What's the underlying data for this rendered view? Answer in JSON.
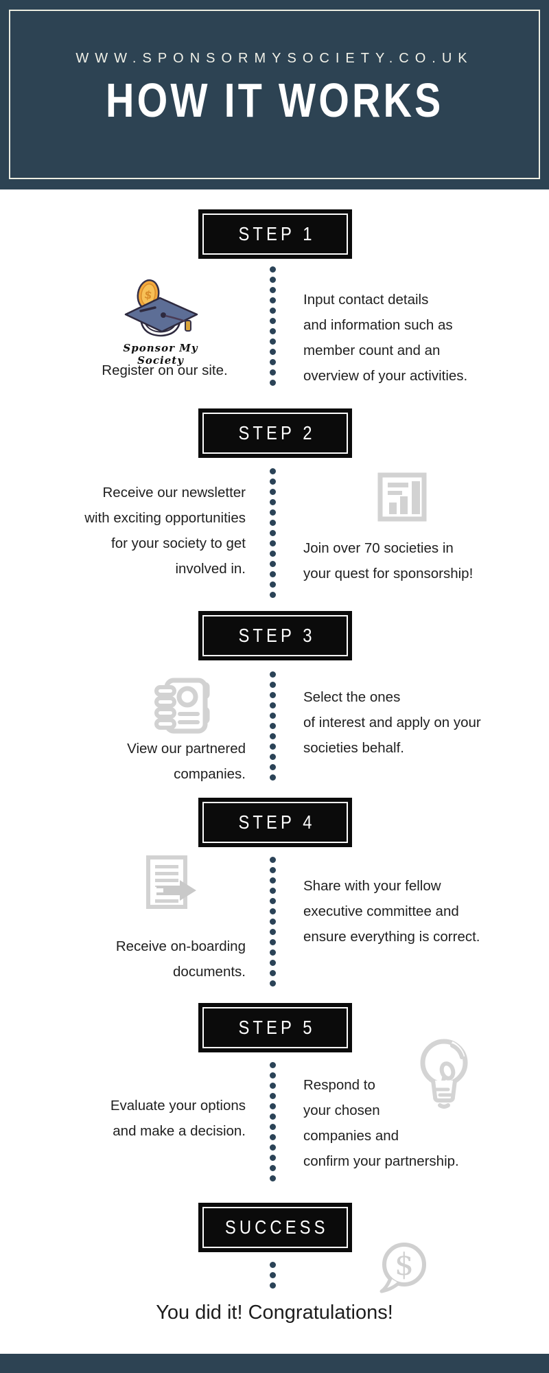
{
  "header": {
    "site_url": "WWW.SPONSORMYSOCIETY.CO.UK",
    "title": "HOW IT WORKS"
  },
  "logo": {
    "brand": "Sponsor My Society"
  },
  "steps": [
    {
      "label": "STEP 1",
      "caption": "Register on our site.",
      "right": "Input contact details\nand information such as\nmember count and an\noverview of your activities.",
      "icon": "graduation-cap-logo"
    },
    {
      "label": "STEP 2",
      "left": "Receive our newsletter\nwith exciting opportunities\nfor your society to get\ninvolved in.",
      "right": "Join over 70 societies in\nyour quest for sponsorship!",
      "icon": "bar-chart-icon"
    },
    {
      "label": "STEP 3",
      "left": "View our partnered\ncompanies.",
      "right": "Select the ones\nof interest and apply on your\nsocieties behalf.",
      "icon": "notebook-icon"
    },
    {
      "label": "STEP 4",
      "left": "Receive on-boarding\ndocuments.",
      "right": "Share with your fellow\nexecutive committee and\nensure everything is correct.",
      "icon": "document-arrow-icon"
    },
    {
      "label": "STEP 5",
      "left": "Evaluate your options\nand make a decision.",
      "right": "Respond to\nyour chosen\ncompanies and\nconfirm your partnership.",
      "icon": "lightbulb-icon"
    },
    {
      "label": "SUCCESS",
      "final": "You did it! Congratulations!",
      "icon": "dollar-speech-bubble-icon"
    }
  ],
  "colors": {
    "navy": "#2d4353",
    "badge_black": "#0b0b0b",
    "dot_navy": "#2b4357",
    "icon_gray": "#d2d2d2",
    "text": "#1f1f1f",
    "coin_gold": "#f3a93d",
    "cap_blue": "#5d6e96",
    "header_border": "#edeee2"
  }
}
